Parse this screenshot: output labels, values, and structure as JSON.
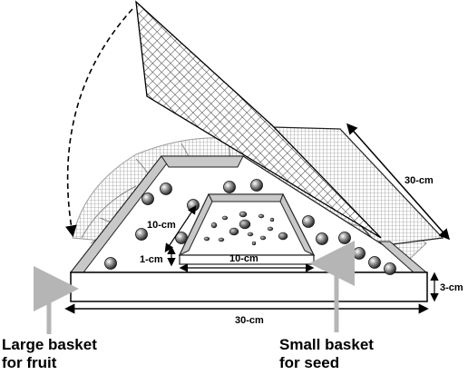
{
  "diagram": {
    "dimensions": {
      "net_length": "30-cm",
      "inner_length": "10-cm",
      "inner_height": "1-cm",
      "inner_width": "10-cm",
      "outer_width": "30-cm",
      "outer_height": "3-cm"
    },
    "labels": {
      "large_basket_line1": "Large basket",
      "large_basket_line2": "for fruit",
      "small_basket_line1": "Small basket",
      "small_basket_line2": "for seed"
    }
  }
}
